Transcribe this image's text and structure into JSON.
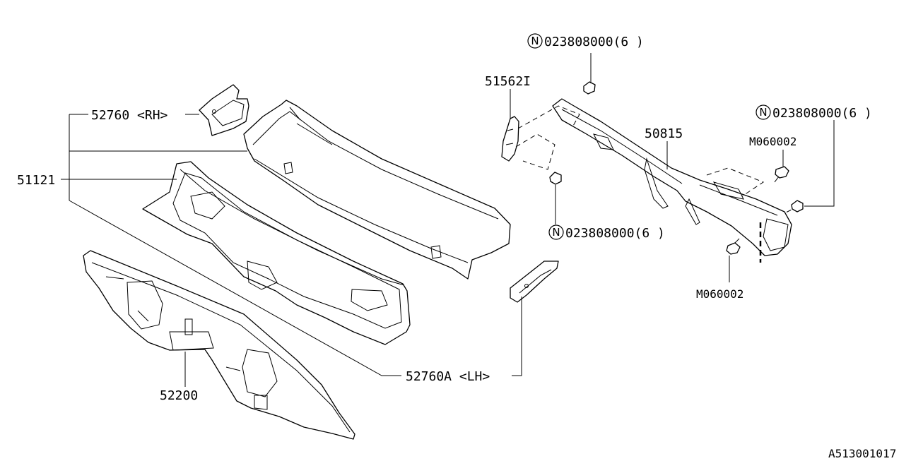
{
  "labels": {
    "cowl_panel_rh": "52760 <RH>",
    "cowl_panel_lh": "52760A <LH>",
    "cowl_panel": "51121",
    "dash_insulator": "52200",
    "bracket": "51562I",
    "support_beam": "50815",
    "nut_top": "023808000(6 )",
    "nut_right": "023808000(6 )",
    "nut_bottom": "023808000(6 )",
    "nut_symbol": "N",
    "bolt_upper": "M060002",
    "bolt_lower": "M060002",
    "diagram_id": "A513001017"
  }
}
